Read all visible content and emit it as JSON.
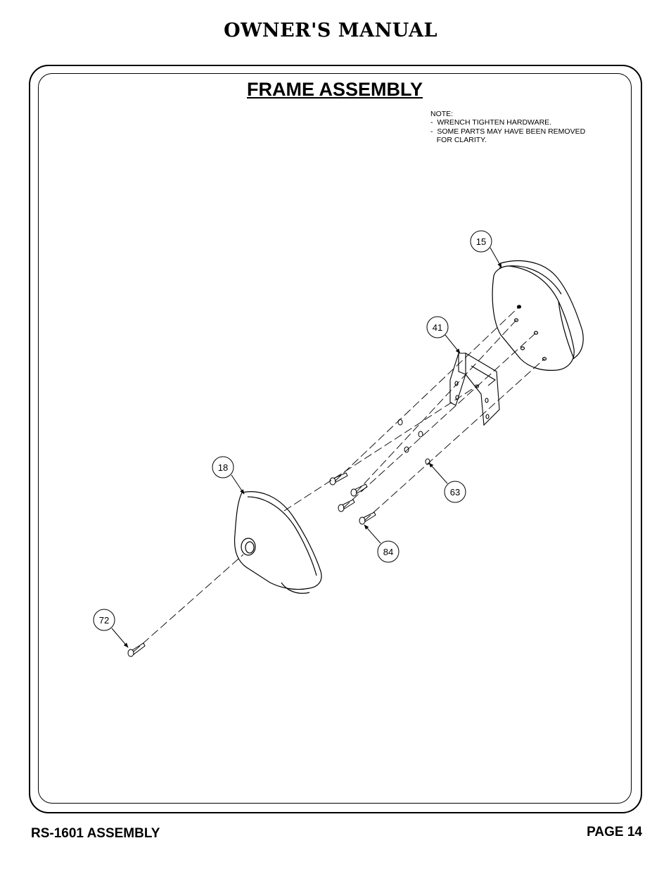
{
  "header": {
    "title": "OWNER'S MANUAL"
  },
  "section": {
    "title": "FRAME ASSEMBLY"
  },
  "note": {
    "lines": [
      "NOTE:",
      "-  WRENCH TIGHTEN HARDWARE.",
      "-  SOME PARTS MAY HAVE BEEN REMOVED",
      "   FOR CLARITY."
    ]
  },
  "callouts": {
    "part_15": "15",
    "part_41": "41",
    "part_18": "18",
    "part_63": "63",
    "part_84": "84",
    "part_72": "72"
  },
  "footer": {
    "left": "RS-1601 ASSEMBLY",
    "right": "PAGE 14"
  }
}
